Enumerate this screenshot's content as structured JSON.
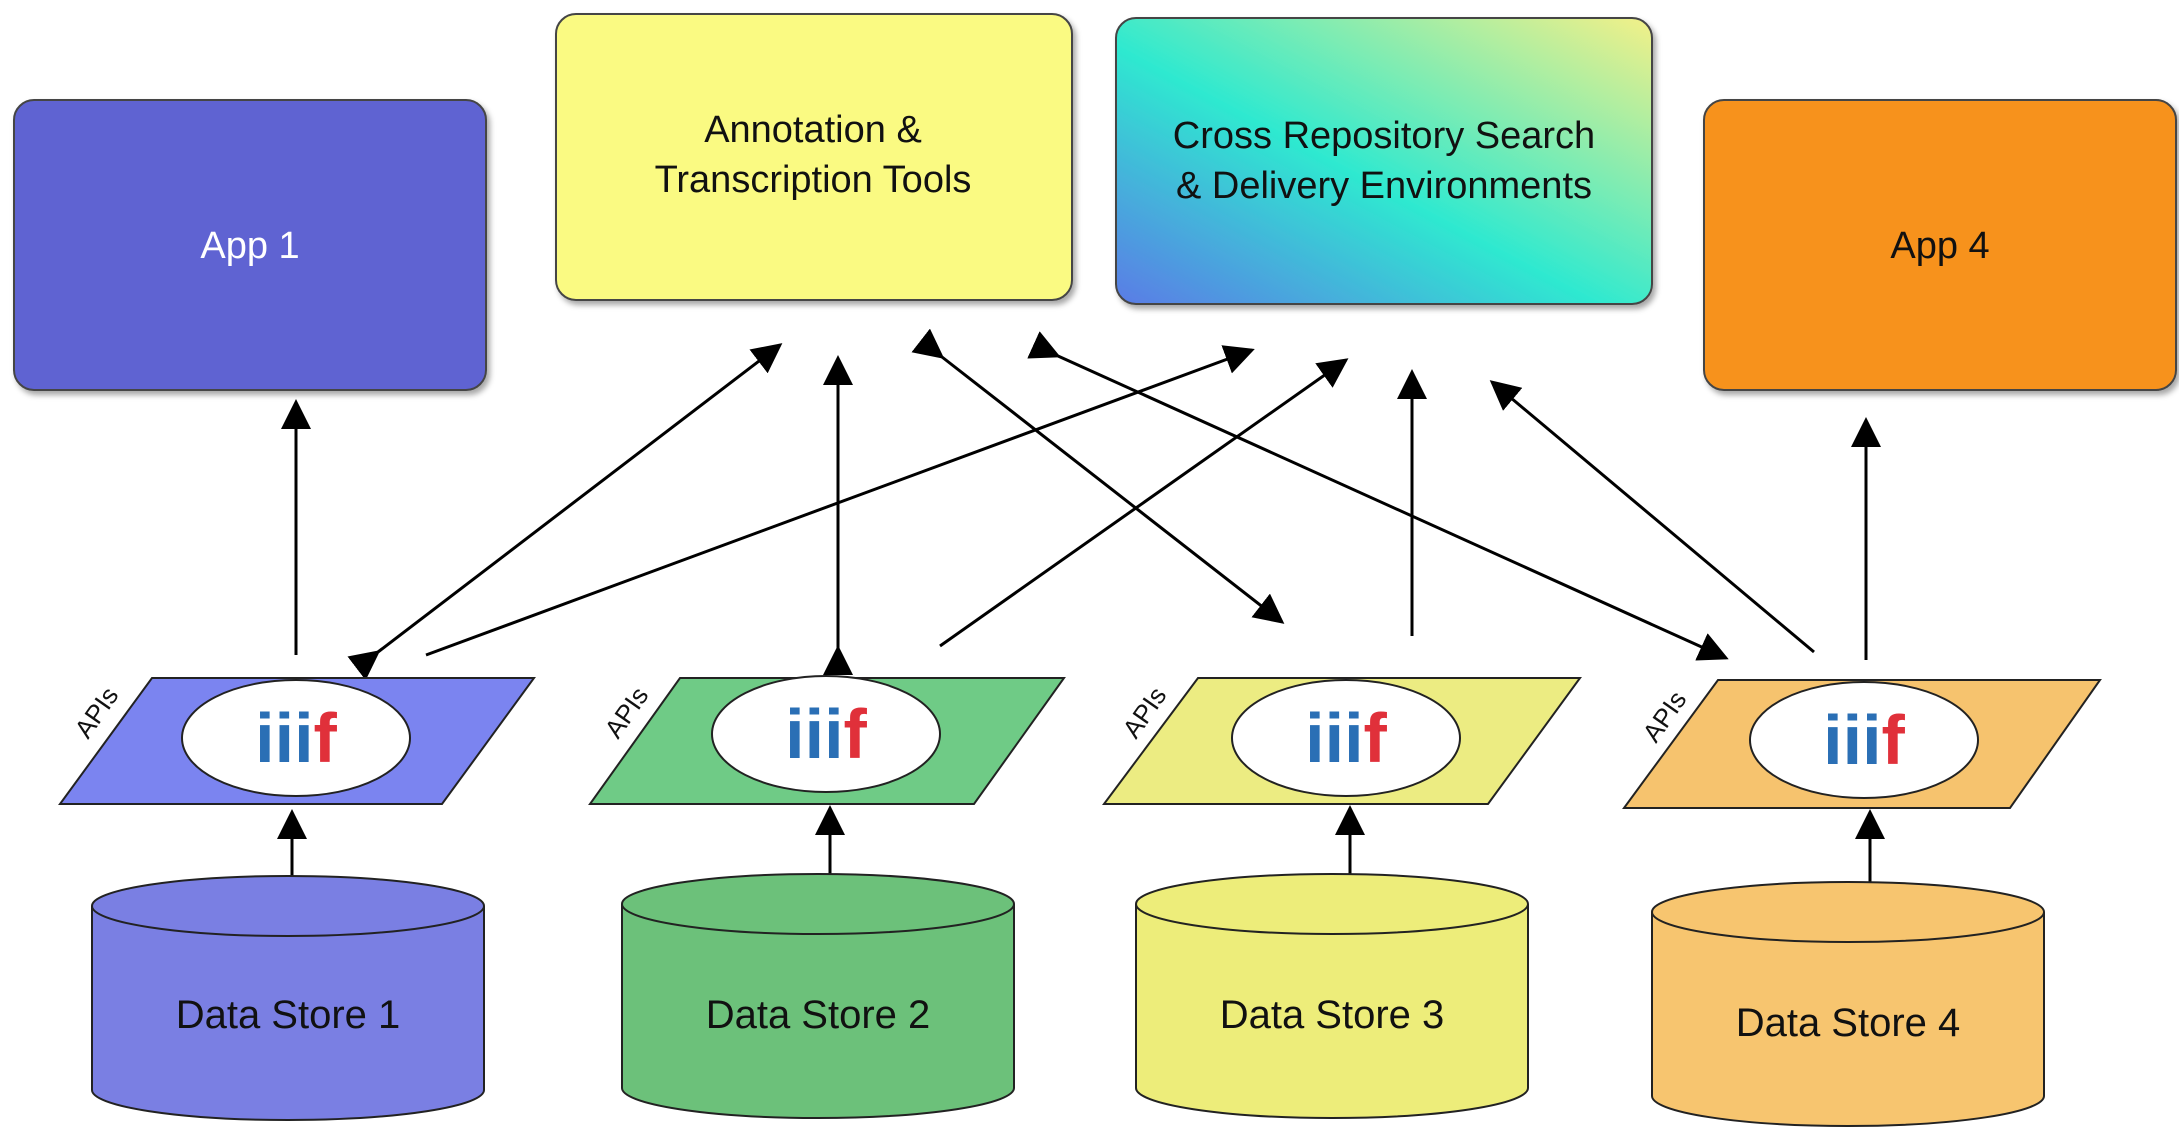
{
  "top_boxes": {
    "app1": {
      "label": "App 1",
      "color": "#5e63d2"
    },
    "annotation": {
      "line1": "Annotation &",
      "line2": "Transcription Tools",
      "color": "#fafa82"
    },
    "search": {
      "line1": "Cross Repository Search",
      "line2": "& Delivery Environments",
      "gradient": [
        "#5b7be6",
        "#2ee9d0",
        "#f3f088"
      ]
    },
    "app4": {
      "label": "App 4",
      "color": "#f7921e"
    }
  },
  "api_layers": [
    {
      "label": "APIs",
      "logo": "iiif",
      "color": "#7b84f0"
    },
    {
      "label": "APIs",
      "logo": "iiif",
      "color": "#6fcb86"
    },
    {
      "label": "APIs",
      "logo": "iiif",
      "color": "#ecec82"
    },
    {
      "label": "APIs",
      "logo": "iiif",
      "color": "#f6c36e"
    }
  ],
  "data_stores": [
    {
      "label": "Data Store 1",
      "color": "#7a7fe3"
    },
    {
      "label": "Data Store 2",
      "color": "#6cc17a"
    },
    {
      "label": "Data Store 3",
      "color": "#eded7a"
    },
    {
      "label": "Data Store 4",
      "color": "#f7c56f"
    }
  ],
  "logo_colors": {
    "blue": "#2a6fb5",
    "red": "#e0303a"
  }
}
